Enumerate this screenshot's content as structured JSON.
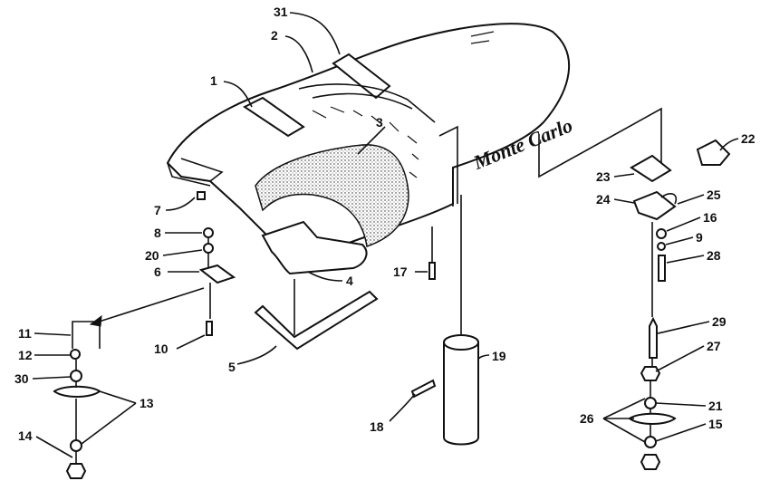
{
  "diagram": {
    "logo_text": "Monte Carlo",
    "callouts": {
      "p1": "1",
      "p2": "2",
      "p3": "3",
      "p4": "4",
      "p5": "5",
      "p6": "6",
      "p7": "7",
      "p8": "8",
      "p9": "9",
      "p10": "10",
      "p11": "11",
      "p12": "12",
      "p13": "13",
      "p14": "14",
      "p15": "15",
      "p16": "16",
      "p17": "17",
      "p18": "18",
      "p19": "19",
      "p20": "20",
      "p21": "21",
      "p22": "22",
      "p23": "23",
      "p24": "24",
      "p25": "25",
      "p26": "26",
      "p27": "27",
      "p28": "28",
      "p29": "29",
      "p30": "30",
      "p31": "31"
    }
  }
}
